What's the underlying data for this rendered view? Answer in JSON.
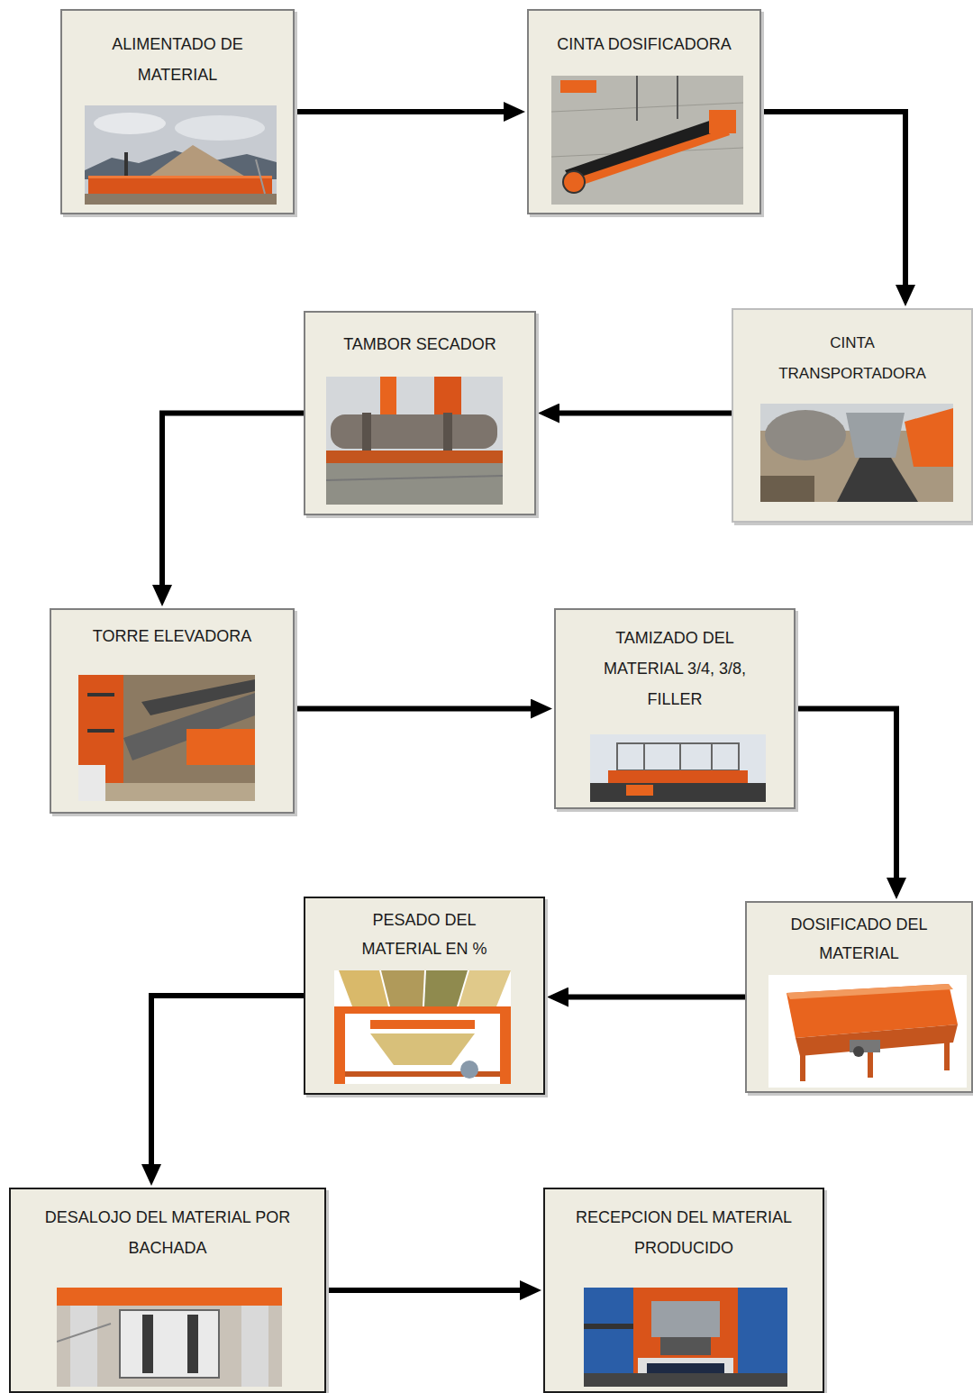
{
  "diagram": {
    "nodes": [
      {
        "text": [
          "ALIMENTADO DE MATERIAL"
        ]
      },
      {
        "text": [
          "CINTA DOSIFICADORA"
        ]
      },
      {
        "text": [
          "CINTA TRANSPORTADORA"
        ]
      },
      {
        "text": [
          "TAMBOR SECADOR"
        ]
      },
      {
        "text": [
          "TORRE ELEVADORA"
        ]
      },
      {
        "text": [
          "TAMIZADO DEL MATERIAL 3/4, 3/8, FILLER"
        ]
      },
      {
        "text": [
          "DOSIFICADO DEL MATERIAL"
        ]
      },
      {
        "text": [
          "PESADO DEL MATERIAL EN %"
        ]
      },
      {
        "text": [
          "DESALOJO DEL MATERIAL POR BACHADA"
        ]
      },
      {
        "text": [
          "RECEPCION DEL MATERIAL PRODUCIDO"
        ]
      }
    ],
    "edges": [
      {
        "from": 0,
        "to": 1,
        "arrow": "to"
      },
      {
        "from": 1,
        "to": 2,
        "arrow": "to"
      },
      {
        "from": 2,
        "to": 3,
        "arrow": "to"
      },
      {
        "from": 3,
        "to": 4,
        "arrow": "to"
      },
      {
        "from": 4,
        "to": 5,
        "arrow": "to"
      },
      {
        "from": 5,
        "to": 6,
        "arrow": "to"
      },
      {
        "from": 6,
        "to": 7,
        "arrow": "to"
      },
      {
        "from": 7,
        "to": 8,
        "arrow": "to"
      },
      {
        "from": 8,
        "to": 9,
        "arrow": "to"
      }
    ]
  }
}
